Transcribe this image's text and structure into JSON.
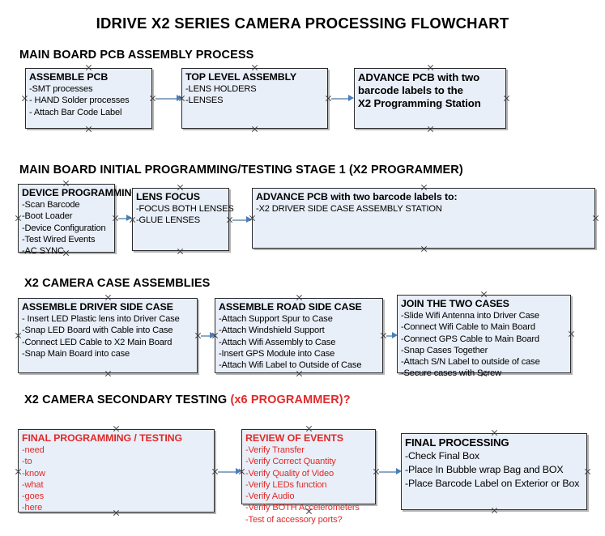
{
  "document": {
    "title": "IDRIVE X2  SERIES CAMERA PROCESSING FLOWCHART"
  },
  "sections": [
    {
      "id": "main-board-pcb-assembly",
      "heading": "MAIN BOARD PCB ASSEMBLY PROCESS",
      "heading_accent": "",
      "nodes": [
        {
          "id": "assemble-pcb",
          "header": "ASSEMBLE PCB",
          "lines": [
            "-SMT processes",
            "- HAND Solder processes",
            "- Attach Bar Code Label"
          ]
        },
        {
          "id": "top-level-assembly",
          "header": "TOP LEVEL ASSEMBLY",
          "lines": [
            "-LENS HOLDERS",
            "-LENSES"
          ]
        },
        {
          "id": "advance-pcb-x2-programming-station",
          "header": "ADVANCE PCB with two",
          "lines": [
            "barcode labels to the",
            " X2 Programming Station"
          ]
        }
      ]
    },
    {
      "id": "main-board-initial-programming",
      "heading": "MAIN BOARD INITIAL PROGRAMMING/TESTING STAGE 1 (X2 PROGRAMMER)",
      "heading_accent": "",
      "nodes": [
        {
          "id": "device-programming",
          "header": "DEVICE PROGRAMMING",
          "lines": [
            "-Scan Barcode",
            "-Boot Loader",
            "-Device Configuration",
            "-Test Wired Events",
            "-AC SYNC"
          ]
        },
        {
          "id": "lens-focus",
          "header": "LENS FOCUS",
          "lines": [
            "-FOCUS BOTH LENSES",
            "-GLUE LENSES"
          ]
        },
        {
          "id": "advance-pcb-driver-side-case",
          "header": "ADVANCE PCB with two barcode labels to:",
          "lines": [
            "-X2 DRIVER  SIDE  CASE  ASSEMBLY STATION"
          ]
        }
      ]
    },
    {
      "id": "x2-camera-case-assemblies",
      "heading": "X2 CAMERA CASE ASSEMBLIES",
      "heading_accent": "",
      "nodes": [
        {
          "id": "assemble-driver-side-case",
          "header": "ASSEMBLE DRIVER SIDE CASE",
          "lines": [
            "- Insert LED Plastic lens into Driver Case",
            "-Snap LED Board with Cable into Case",
            "-Connect LED Cable to X2 Main Board",
            "-Snap Main Board into case"
          ]
        },
        {
          "id": "assemble-road-side-case",
          "header": "ASSEMBLE ROAD SIDE CASE",
          "lines": [
            "-Attach Support Spur to Case",
            "-Attach Windshield Support",
            "-Attach Wifi Assembly to Case",
            "-Insert GPS Module into Case",
            "-Attach Wifi Label to Outside of Case"
          ]
        },
        {
          "id": "join-the-two-cases",
          "header": "JOIN THE TWO CASES",
          "lines": [
            "-Slide Wifi Antenna into Driver Case",
            "-Connect Wifi Cable to Main Board",
            "-Connect GPS Cable to Main Board",
            "-Snap Cases Together",
            "-Attach S/N Label to outside of case",
            "-Secure cases with Screw"
          ]
        }
      ]
    },
    {
      "id": "x2-camera-secondary-testing",
      "heading": "X2 CAMERA SECONDARY TESTING ",
      "heading_accent": "(x6 PROGRAMMER)?",
      "nodes": [
        {
          "id": "final-programming-testing",
          "header": "FINAL PROGRAMMING / TESTING",
          "lines": [
            "-need",
            "-to",
            "-know",
            "-what",
            "-goes",
            "-here"
          ]
        },
        {
          "id": "review-of-events",
          "header": "REVIEW OF EVENTS",
          "lines": [
            "-Verify Transfer",
            "-Verify Correct Quantity",
            "-Verify Quality of Video",
            "-Verify LEDs function",
            "-Verify Audio",
            "-Verify BOTH Accelerometers",
            "-Test of accessory ports?"
          ]
        },
        {
          "id": "final-processing",
          "header": "FINAL PROCESSING",
          "lines": [
            " -Check Final Box",
            "-Place In Bubble wrap Bag and BOX",
            "-Place Barcode Label on Exterior or Box"
          ]
        }
      ]
    }
  ],
  "colors": {
    "node_fill": "#e9eff8",
    "node_border": "#2a2a2a",
    "connector": "#8fa9c4",
    "arrowhead": "#4a7ebb",
    "accent_red": "#e02a2a",
    "text": "#000000"
  }
}
